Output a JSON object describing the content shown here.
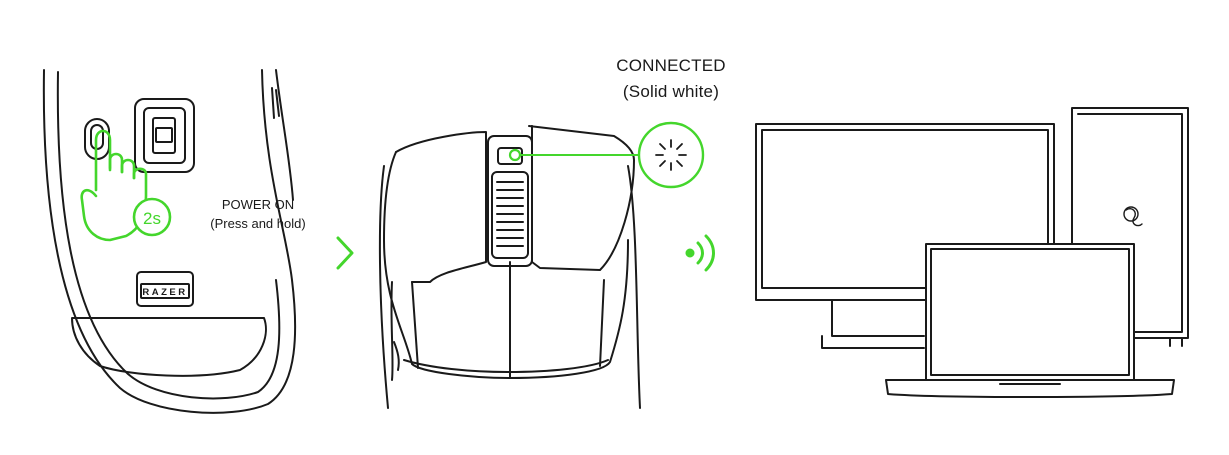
{
  "steps": [
    {
      "line1": "POWER ON",
      "line2": "(Press and hold)",
      "hold_time": "2s"
    },
    {
      "line1": "CONNECTED",
      "line2": "(Solid white)"
    }
  ],
  "brand_mark": "RAZER",
  "colors": {
    "accent": "#44d62c",
    "line": "#1a1a1a",
    "background": "#ffffff"
  },
  "icons": [
    "hand-press-icon",
    "chevron-right-icon",
    "led-glow-icon",
    "wireless-signal-icon",
    "razer-snake-logo-icon"
  ]
}
